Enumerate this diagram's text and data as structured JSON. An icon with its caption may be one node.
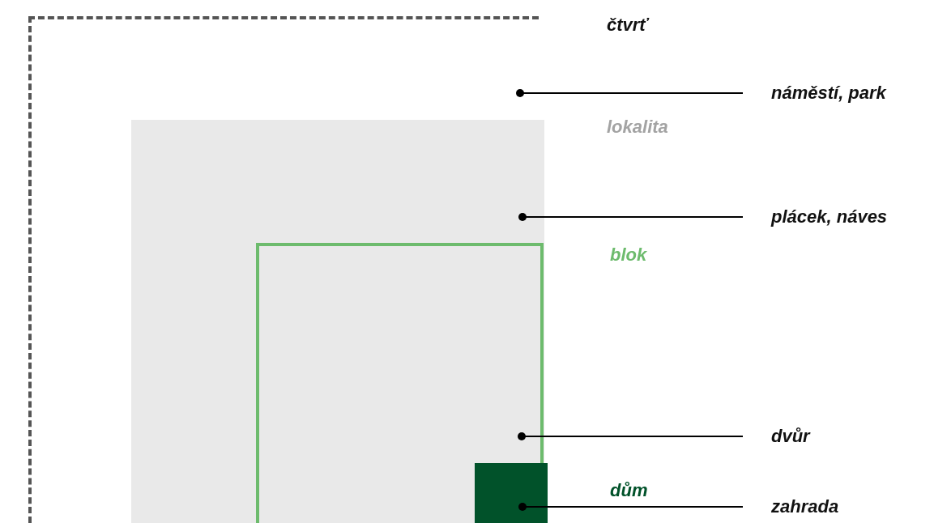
{
  "diagram": {
    "nodes": [
      {
        "text": [
          "čtvrť"
        ]
      },
      {
        "text": [
          "lokalita"
        ],
        "in": 0
      },
      {
        "text": [
          "blok"
        ],
        "in": 1
      },
      {
        "text": [
          "dům"
        ],
        "in": 2
      },
      {
        "text": [
          "náměstí, park"
        ]
      },
      {
        "text": [
          "plácek, náves"
        ]
      },
      {
        "text": [
          "dvůr"
        ]
      },
      {
        "text": [
          "zahrada"
        ]
      }
    ],
    "edges": [
      {
        "from": 4,
        "to": 0,
        "arrow": "other"
      },
      {
        "from": 5,
        "to": 1,
        "arrow": "other"
      },
      {
        "from": 6,
        "to": 2,
        "arrow": "other"
      },
      {
        "from": 7,
        "to": 3,
        "arrow": "other"
      }
    ]
  }
}
